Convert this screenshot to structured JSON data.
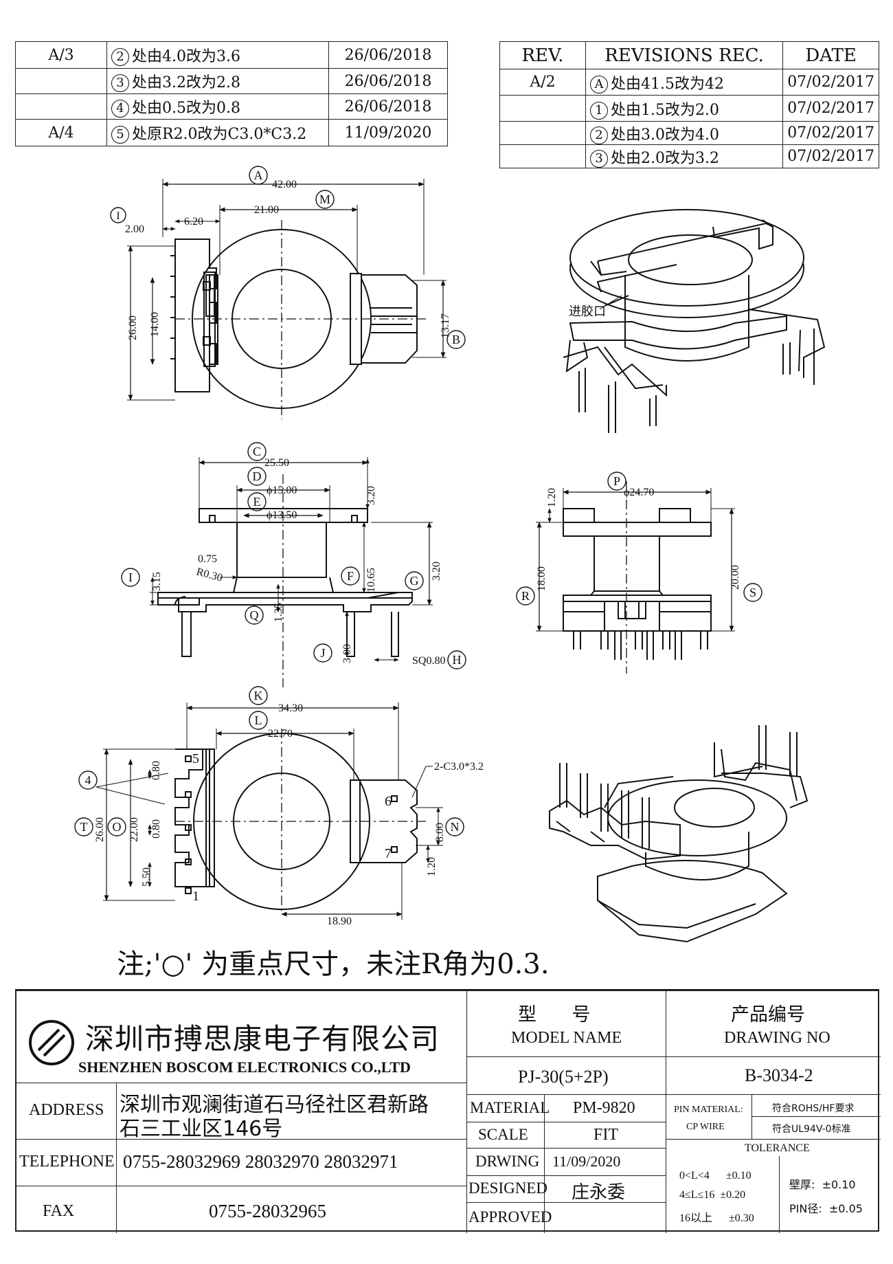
{
  "left_revisions": [
    {
      "rev": "A/3",
      "mark": "2",
      "text": "处由4.0改为3.6",
      "date": "26/06/2018"
    },
    {
      "rev": "",
      "mark": "3",
      "text": "处由3.2改为2.8",
      "date": "26/06/2018"
    },
    {
      "rev": "",
      "mark": "4",
      "text": "处由0.5改为0.8",
      "date": "26/06/2018"
    },
    {
      "rev": "A/4",
      "mark": "5",
      "text": "处原R2.0改为C3.0*C3.2",
      "date": "11/09/2020"
    }
  ],
  "right_revisions": {
    "headers": {
      "rev": "REV.",
      "rec": "REVISIONS  REC.",
      "date": "DATE"
    },
    "rows": [
      {
        "rev": "A/2",
        "mark": "A",
        "text": "处由41.5改为42",
        "date": "07/02/2017"
      },
      {
        "rev": "",
        "mark": "1",
        "text": "处由1.5改为2.0",
        "date": "07/02/2017"
      },
      {
        "rev": "",
        "mark": "2",
        "text": "处由3.0改为4.0",
        "date": "07/02/2017"
      },
      {
        "rev": "",
        "mark": "3",
        "text": "处由2.0改为3.2",
        "date": "07/02/2017"
      }
    ]
  },
  "dims": {
    "top": {
      "A": "A",
      "A_val": "42.00",
      "M": "M",
      "M_val": "21.00",
      "I": "I",
      "d2": "2.00",
      "d62": "6.20",
      "d26": "26.00",
      "d14": "14.00",
      "d1317": "13.17",
      "B": "B",
      "gate": "进胶口"
    },
    "side": {
      "C": "C",
      "C_val": "25.50",
      "D": "D",
      "D_val": "ϕ15.00",
      "E": "E",
      "E_val": "ϕ13.50",
      "d32": "3.20",
      "d320b": "3.20",
      "d1065": "10.65",
      "F": "F",
      "G": "G",
      "I": "I",
      "d315": "3.15",
      "d075": "0.75",
      "r03": "R0.30",
      "Q": "Q",
      "d135": "1.35",
      "J": "J",
      "d300": "3.00",
      "H": "H",
      "sq": "SQ0.80"
    },
    "front": {
      "P": "P",
      "P_val": "ϕ24.70",
      "d120": "1.20",
      "d18": "18.00",
      "R": "R",
      "d20": "20.00",
      "S": "S"
    },
    "bottom": {
      "K": "K",
      "K_val": "34.30",
      "L": "L",
      "L_val": "22.70",
      "n4": "4",
      "T": "T",
      "O": "O",
      "d26": "26.00",
      "d22": "22.00",
      "d080a": "0.80",
      "d080b": "0.80",
      "d550": "5.50",
      "chamfer": "2-C3.0*3.2",
      "N": "N",
      "d800": "8.00",
      "d120": "1.20",
      "d1890": "18.90",
      "p5": "5",
      "p1": "1",
      "p6": "6",
      "p7": "7"
    }
  },
  "note": "注;'○' 为重点尺寸，未注R角为0.3.",
  "title_block": {
    "company_cn": "深圳市搏思康电子有限公司",
    "company_en": "SHENZHEN BOSCOM ELECTRONICS CO.,LTD",
    "address_label": "ADDRESS",
    "address_1": "深圳市观澜街道石马径社区君新路",
    "address_2": "石三工业区146号",
    "telephone_label": "TELEPHONE",
    "telephone": "0755-28032969  28032970  28032971",
    "fax_label": "FAX",
    "fax": "0755-28032965",
    "model_cn": "型      号",
    "model_en": "MODEL  NAME",
    "model_value": "PJ-30(5+2P)",
    "drawing_cn": "产品编号",
    "drawing_en": "DRAWING  NO",
    "drawing_value": "B-3034-2",
    "material_label": "MATERIAL",
    "material_value": "PM-9820",
    "scale_label": "SCALE",
    "scale_value": "FIT",
    "drwing_label": "DRWING",
    "drwing_value": "11/09/2020",
    "designed_label": "DESIGNED",
    "designed_value": "庄永委",
    "approved_label": "APPROVED",
    "approved_value": "",
    "pin_material_label": "PIN MATERIAL:",
    "cp_wire": "CP WIRE",
    "rohs": "符合ROHS/HF要求",
    "ul": "符合UL94V-0标准",
    "tolerance": "TOLERANCE",
    "tol_1": "0<L<4      ±0.10",
    "tol_2": "4≤L≤16  ±0.20",
    "tol_3": "16以上      ±0.30",
    "wall": "壁厚:  ±0.10",
    "pin": "PIN径:  ±0.05"
  }
}
